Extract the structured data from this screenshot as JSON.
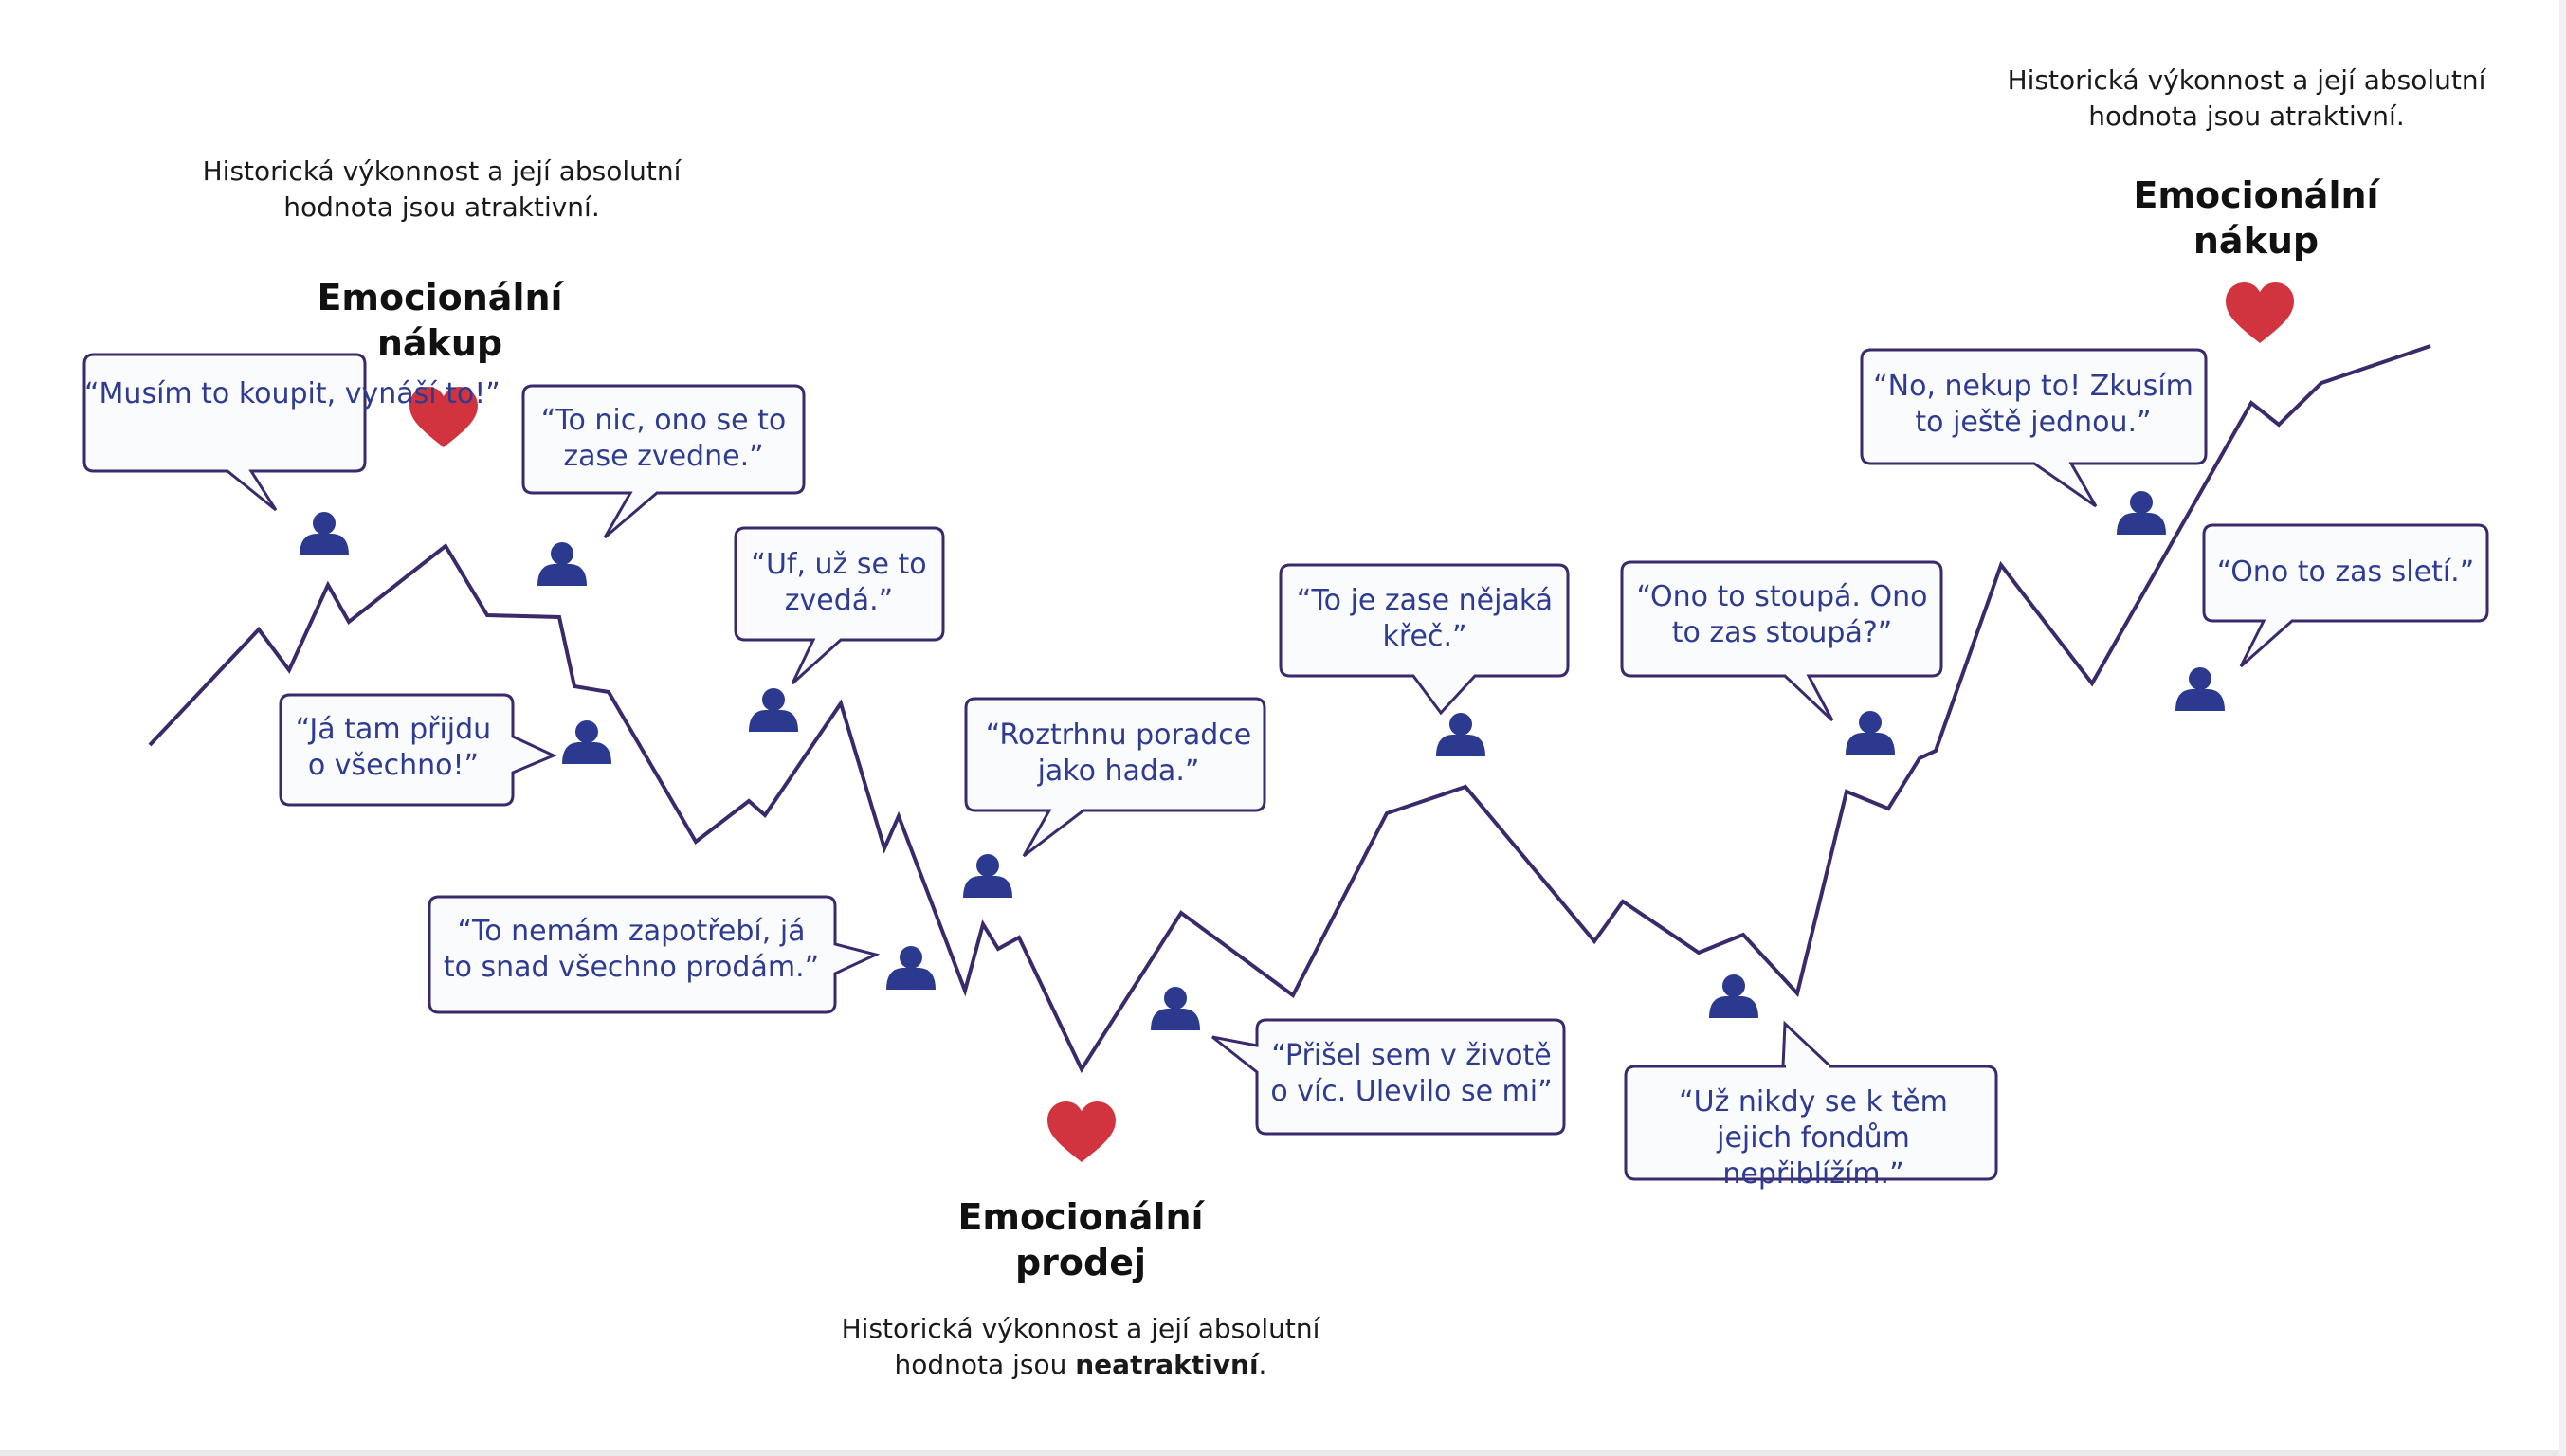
{
  "quotes": [
    "“Musím to koupit, vynáší to!”",
    "“Já tam přijdu o všechno!”",
    "“To nic, ono se to zase zvedne.”",
    "“Uf, už se to zvedá.”",
    "“To nemám zapotřebí, já to snad všechno prodám.”",
    "“Roztrhnu poradce jako hada.”",
    "“Přišel sem v životě o víc. Ulevilo se mi”",
    "“To je zase nějaká křeč.”",
    "“Ono to stoupá. Ono to zas stoupá?”",
    "“Už nikdy se k těm jejich fondům nepřiblížím.”",
    "“No, nekup to! Zkusím to ještě jednou.”",
    "“Ono to zas sletí.”"
  ],
  "emotional_buy_1": {
    "title_line1": "Emocionální",
    "title_line2": "nákup",
    "context_line1": "Historická výkonnost a její absolutní",
    "context_line2": "hodnota jsou atraktivní."
  },
  "emotional_sell": {
    "title_line1": "Emocionální",
    "title_line2": "prodej",
    "context_line1": "Historická výkonnost a její absolutní",
    "context_line2_prefix": "hodnota jsou ",
    "context_line2_bold": "neatraktivní",
    "context_line2_suffix": "."
  },
  "emotional_buy_2": {
    "title_line1": "Emocionální",
    "title_line2": "nákup",
    "context_line1": "Historická výkonnost a její absolutní",
    "context_line2": "hodnota jsou atraktivní."
  },
  "colors": {
    "line": "#3b2a6b",
    "bubble_border": "#3b2a6b",
    "bubble_fill": "#fafbfd",
    "quote_text": "#2e3b91",
    "person_icon": "#2b3a8f",
    "heart": "#d1343f"
  },
  "icons": [
    "person-icon",
    "heart-icon"
  ]
}
